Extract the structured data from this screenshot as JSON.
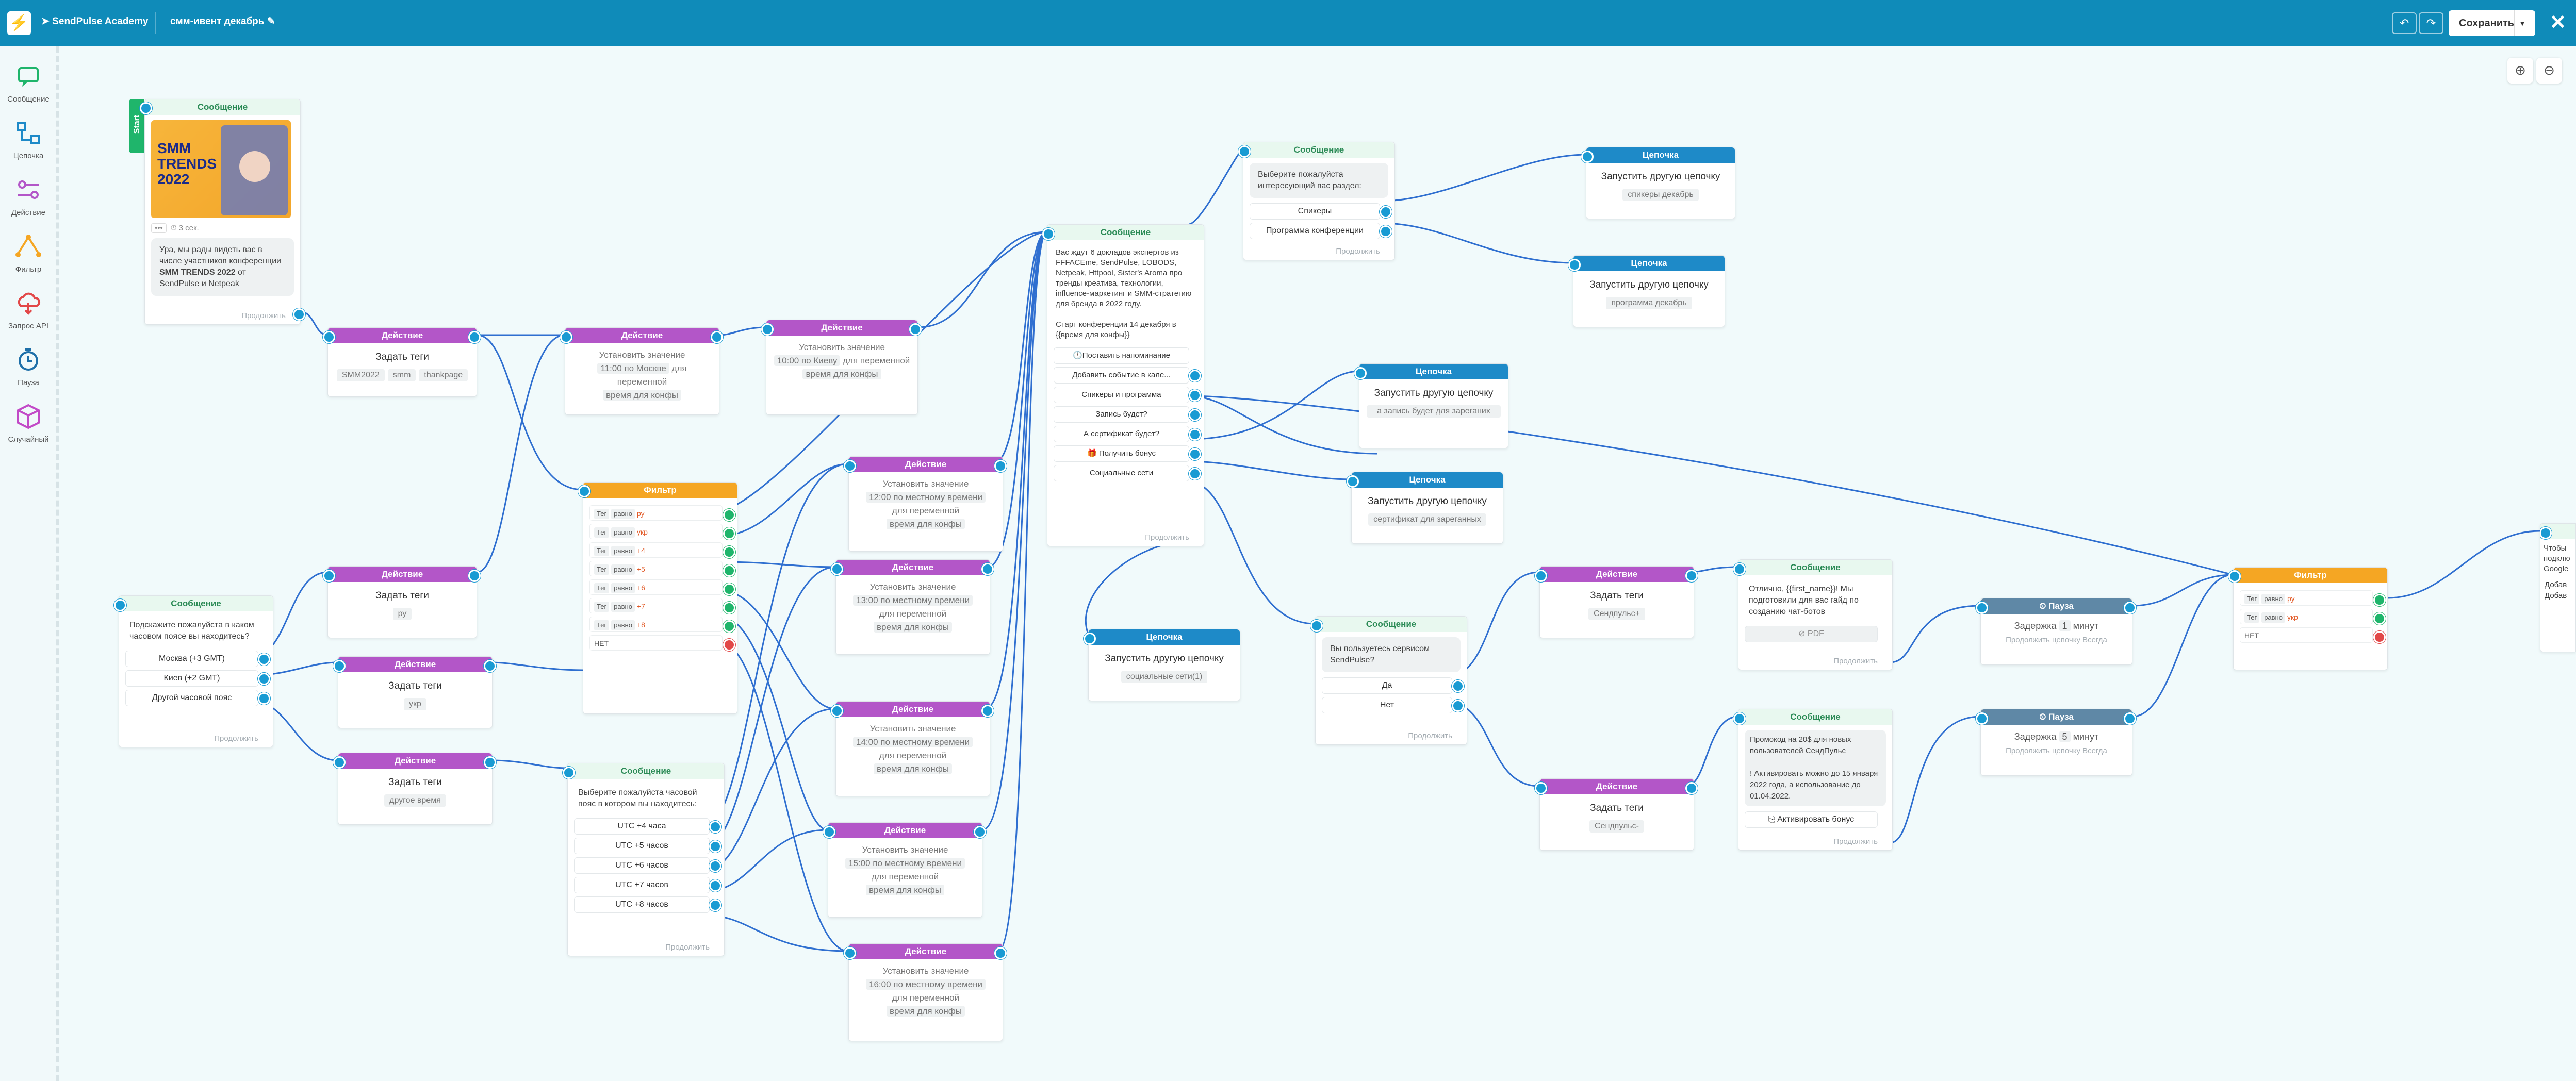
{
  "topbar": {
    "logo": "⚡",
    "workspace": "SendPulse Academy",
    "flow_name": "смм-ивент декабрь",
    "undo": "↶",
    "redo": "↷",
    "save_label": "Сохранить",
    "close": "✕"
  },
  "toolbox": [
    {
      "label": "Сообщение",
      "icon": "message-icon",
      "color": "#1fb56b"
    },
    {
      "label": "Цепочка",
      "icon": "chain-icon",
      "color": "#1e8ac8"
    },
    {
      "label": "Действие",
      "icon": "action-icon",
      "color": "#b356c8"
    },
    {
      "label": "Фильтр",
      "icon": "filter-icon",
      "color": "#f5a623"
    },
    {
      "label": "Запрос API",
      "icon": "api-icon",
      "color": "#e24848"
    },
    {
      "label": "Пауза",
      "icon": "pause-icon",
      "color": "#1e6fa8"
    },
    {
      "label": "Случайный",
      "icon": "random-icon",
      "color": "#c24ac7"
    }
  ],
  "zoom": {
    "in": "⊕",
    "out": "⊖"
  },
  "labels": {
    "message": "Сообщение",
    "action": "Действие",
    "filter": "Фильтр",
    "chain": "Цепочка",
    "pause": "Пауза",
    "continue": "Продолжить",
    "set_tags": "Задать теги",
    "start_chain": "Запустить другую цепочку",
    "set_value": "Установить значение",
    "for_var": "для переменной",
    "no": "НЕТ",
    "tag": "Тег",
    "equals": "равно",
    "start": "Start"
  },
  "start_message": {
    "image_title": "SMM TRENDS 2022",
    "delay": "3 сек.",
    "text_a": "Ура, мы рады видеть вас в числе участников конференции ",
    "text_b": "SMM TRENDS 2022",
    "text_c": " от SendPulse и Netpeak"
  },
  "tags_1": [
    "SMM2022",
    "smm",
    "thankpage"
  ],
  "set_moscow": {
    "value": "11:00 по Москве",
    "var": "время для конфы"
  },
  "set_kyiv": {
    "value": "10:00 по Киеву",
    "var": "время для конфы"
  },
  "timezone_msg": {
    "text": "Подскажите пожалуйста в каком часовом поясе вы находитесь?",
    "buttons": [
      "Москва (+3 GMT)",
      "Киев (+2 GMT)",
      "Другой часовой пояс"
    ]
  },
  "tag_ru": [
    "ру"
  ],
  "tag_ukr": [
    "укр"
  ],
  "tag_other": [
    "другое время"
  ],
  "filter_1": {
    "rows": [
      {
        "tag": "Тег",
        "op": "равно",
        "value": "ру"
      },
      {
        "tag": "Тег",
        "op": "равно",
        "value": "укр"
      },
      {
        "tag": "Тег",
        "op": "равно",
        "value": "+4"
      },
      {
        "tag": "Тег",
        "op": "равно",
        "value": "+5"
      },
      {
        "tag": "Тег",
        "op": "равно",
        "value": "+6"
      },
      {
        "tag": "Тег",
        "op": "равно",
        "value": "+7"
      },
      {
        "tag": "Тег",
        "op": "равно",
        "value": "+8"
      }
    ]
  },
  "utc_msg": {
    "text": "Выберите пожалуйста часовой пояс в котором вы находитесь:",
    "buttons": [
      "UTC +4 часа",
      "UTC +5 часов",
      "UTC +6 часов",
      "UTC +7 часов",
      "UTC +8 часов"
    ]
  },
  "set_12": {
    "value": "12:00 по местному времени",
    "var": "время для конфы"
  },
  "set_13": {
    "value": "13:00 по местному времени",
    "var": "время для конфы"
  },
  "set_14": {
    "value": "14:00 по местному времени",
    "var": "время для конфы"
  },
  "set_15": {
    "value": "15:00 по местному времени",
    "var": "время для конфы"
  },
  "set_16": {
    "value": "16:00 по местному времени",
    "var": "время для конфы"
  },
  "main_msg": {
    "text": "Вас ждут 6 докладов экспертов из FFFACEme, SendPulse, LOBODS, Netpeak, Httpool, Sister's Aroma про тренды креатива, технологии, influence-маркетинг и SMM-стратегию для бренда в 2022 году.",
    "text2": "Старт конференции 14 декабря в {{время для конфы}}",
    "buttons": [
      "🕐Поставить напоминание",
      "Добавить событие в кале...",
      "Спикеры и программа",
      "Запись будет?",
      "А сертификат будет?",
      "🎁 Получить бонус",
      "Социальные сети"
    ]
  },
  "social_chain": "социальные сети(1)",
  "section_msg": {
    "text": "Выберите пожалуйста интересующий вас раздел:",
    "buttons": [
      "Спикеры",
      "Программа конференции"
    ]
  },
  "chain_speakers": "спикеры декабрь",
  "chain_program": "программа декабрь",
  "chain_record": "а запись будет для зареганих",
  "chain_cert": "сертификат для зареганных",
  "use_msg": {
    "text": "Вы пользуетесь сервисом SendPulse?",
    "buttons": [
      "Да",
      "Нет"
    ]
  },
  "tag_yes": [
    "Сендпульс+"
  ],
  "tag_no": [
    "Сендпульс-"
  ],
  "guide_msg": {
    "text": "Отлично, {{first_name}}! Мы подготовили для вас гайд по созданию чат-ботов",
    "file": "PDF"
  },
  "promo_msg": {
    "text": "Промокод на 20$ для новых пользователей СендПульс",
    "text2": "! Активировать можно до 15 января 2022 года, а использование до 01.04.2022.",
    "button": "Активировать бонус"
  },
  "pause_1": {
    "prefix": "Задержка",
    "value": "1",
    "unit": "минут",
    "note": "Продолжить цепочку Всегда"
  },
  "pause_2": {
    "prefix": "Задержка",
    "value": "5",
    "unit": "минут",
    "note": "Продолжить цепочку Всегда"
  },
  "filter_2": {
    "rows": [
      {
        "tag": "Тег",
        "op": "равно",
        "value": "ру"
      },
      {
        "tag": "Тег",
        "op": "равно",
        "value": "укр"
      }
    ]
  },
  "cut_msg": {
    "text": "Чтобы подклю Google",
    "buttons": [
      "Добав",
      "Добав"
    ]
  }
}
